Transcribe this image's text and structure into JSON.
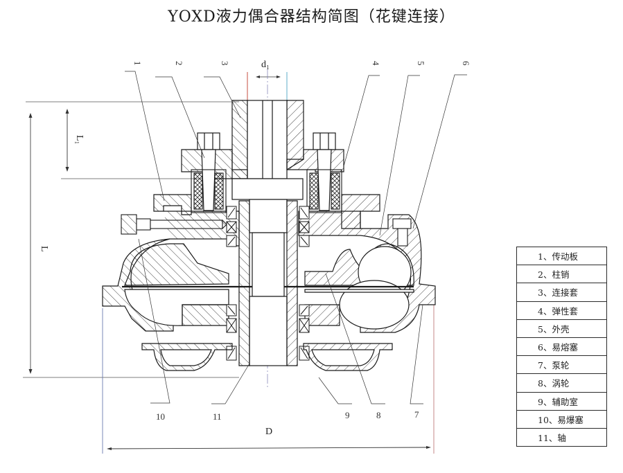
{
  "title": "YOXD液力偶合器结构简图（花键连接）",
  "dimensions": {
    "d1": "d₁",
    "L": "L",
    "L1": "L₁",
    "D": "D"
  },
  "callouts": {
    "top": [
      "1",
      "2",
      "3",
      "4",
      "5",
      "6"
    ],
    "bottom": [
      "10",
      "11",
      "9",
      "8",
      "7"
    ]
  },
  "legend": [
    "1、传动板",
    "2、柱销",
    "3、连接套",
    "4、弹性套",
    "5、外壳",
    "6、易熔塞",
    "7、泵轮",
    "8、涡轮",
    "9、辅助室",
    "10、易爆塞",
    "11、轴"
  ],
  "colors": {
    "line": "#1a1a1a",
    "hatch": "#2b2b2b",
    "centerline_red": "#c0392b",
    "centerline_cyan": "#4aa3c2"
  }
}
